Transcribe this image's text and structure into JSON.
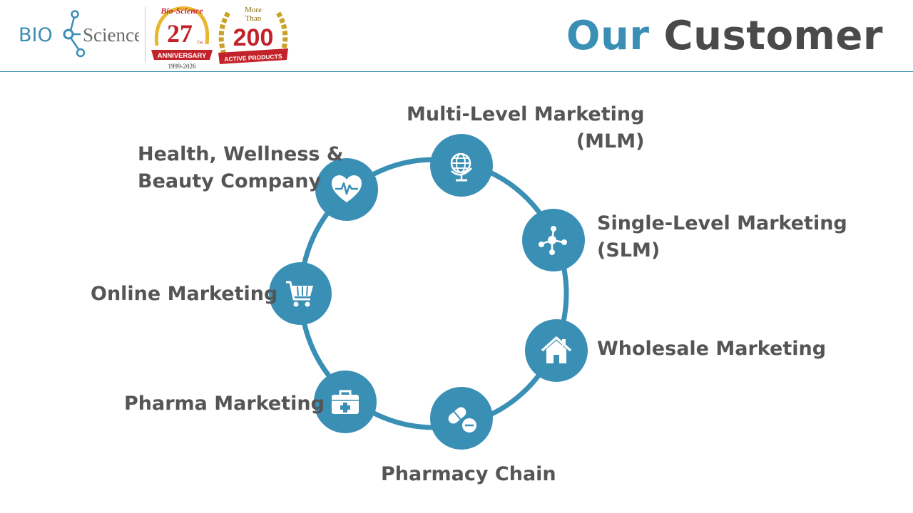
{
  "header": {
    "logo_text_left": "BIO",
    "logo_text_right": "Science",
    "badge_anniversary": {
      "brand": "Bio-Science",
      "number": "27",
      "suffix": "TH",
      "ribbon": "ANNIVERSARY",
      "years": "1999-2026"
    },
    "badge_products": {
      "line1": "More",
      "line2": "Than",
      "number": "200",
      "ribbon": "ACTIVE PRODUCTS"
    },
    "title_word1": "Our",
    "title_word2": "Customer"
  },
  "colors": {
    "accent": "#3a8fb5",
    "text": "#555555",
    "title_dark": "#4a4a4a",
    "ribbon_red": "#c4222a",
    "gold": "#c9a227"
  },
  "segments": [
    {
      "id": "mlm",
      "icon": "globe-icon",
      "line1": "Multi-Level Marketing",
      "line2": "(MLM)"
    },
    {
      "id": "slm",
      "icon": "network-icon",
      "line1": "Single-Level Marketing",
      "line2": "(SLM)"
    },
    {
      "id": "wholesale",
      "icon": "house-icon",
      "line1": "Wholesale Marketing",
      "line2": ""
    },
    {
      "id": "pharmacy",
      "icon": "pills-icon",
      "line1": "Pharmacy Chain",
      "line2": ""
    },
    {
      "id": "pharma",
      "icon": "medical-kit-icon",
      "line1": "Pharma Marketing",
      "line2": ""
    },
    {
      "id": "online",
      "icon": "shopping-cart-icon",
      "line1": "Online Marketing",
      "line2": ""
    },
    {
      "id": "health",
      "icon": "heart-pulse-icon",
      "line1": "Health, Wellness &",
      "line2": "Beauty Company"
    }
  ]
}
